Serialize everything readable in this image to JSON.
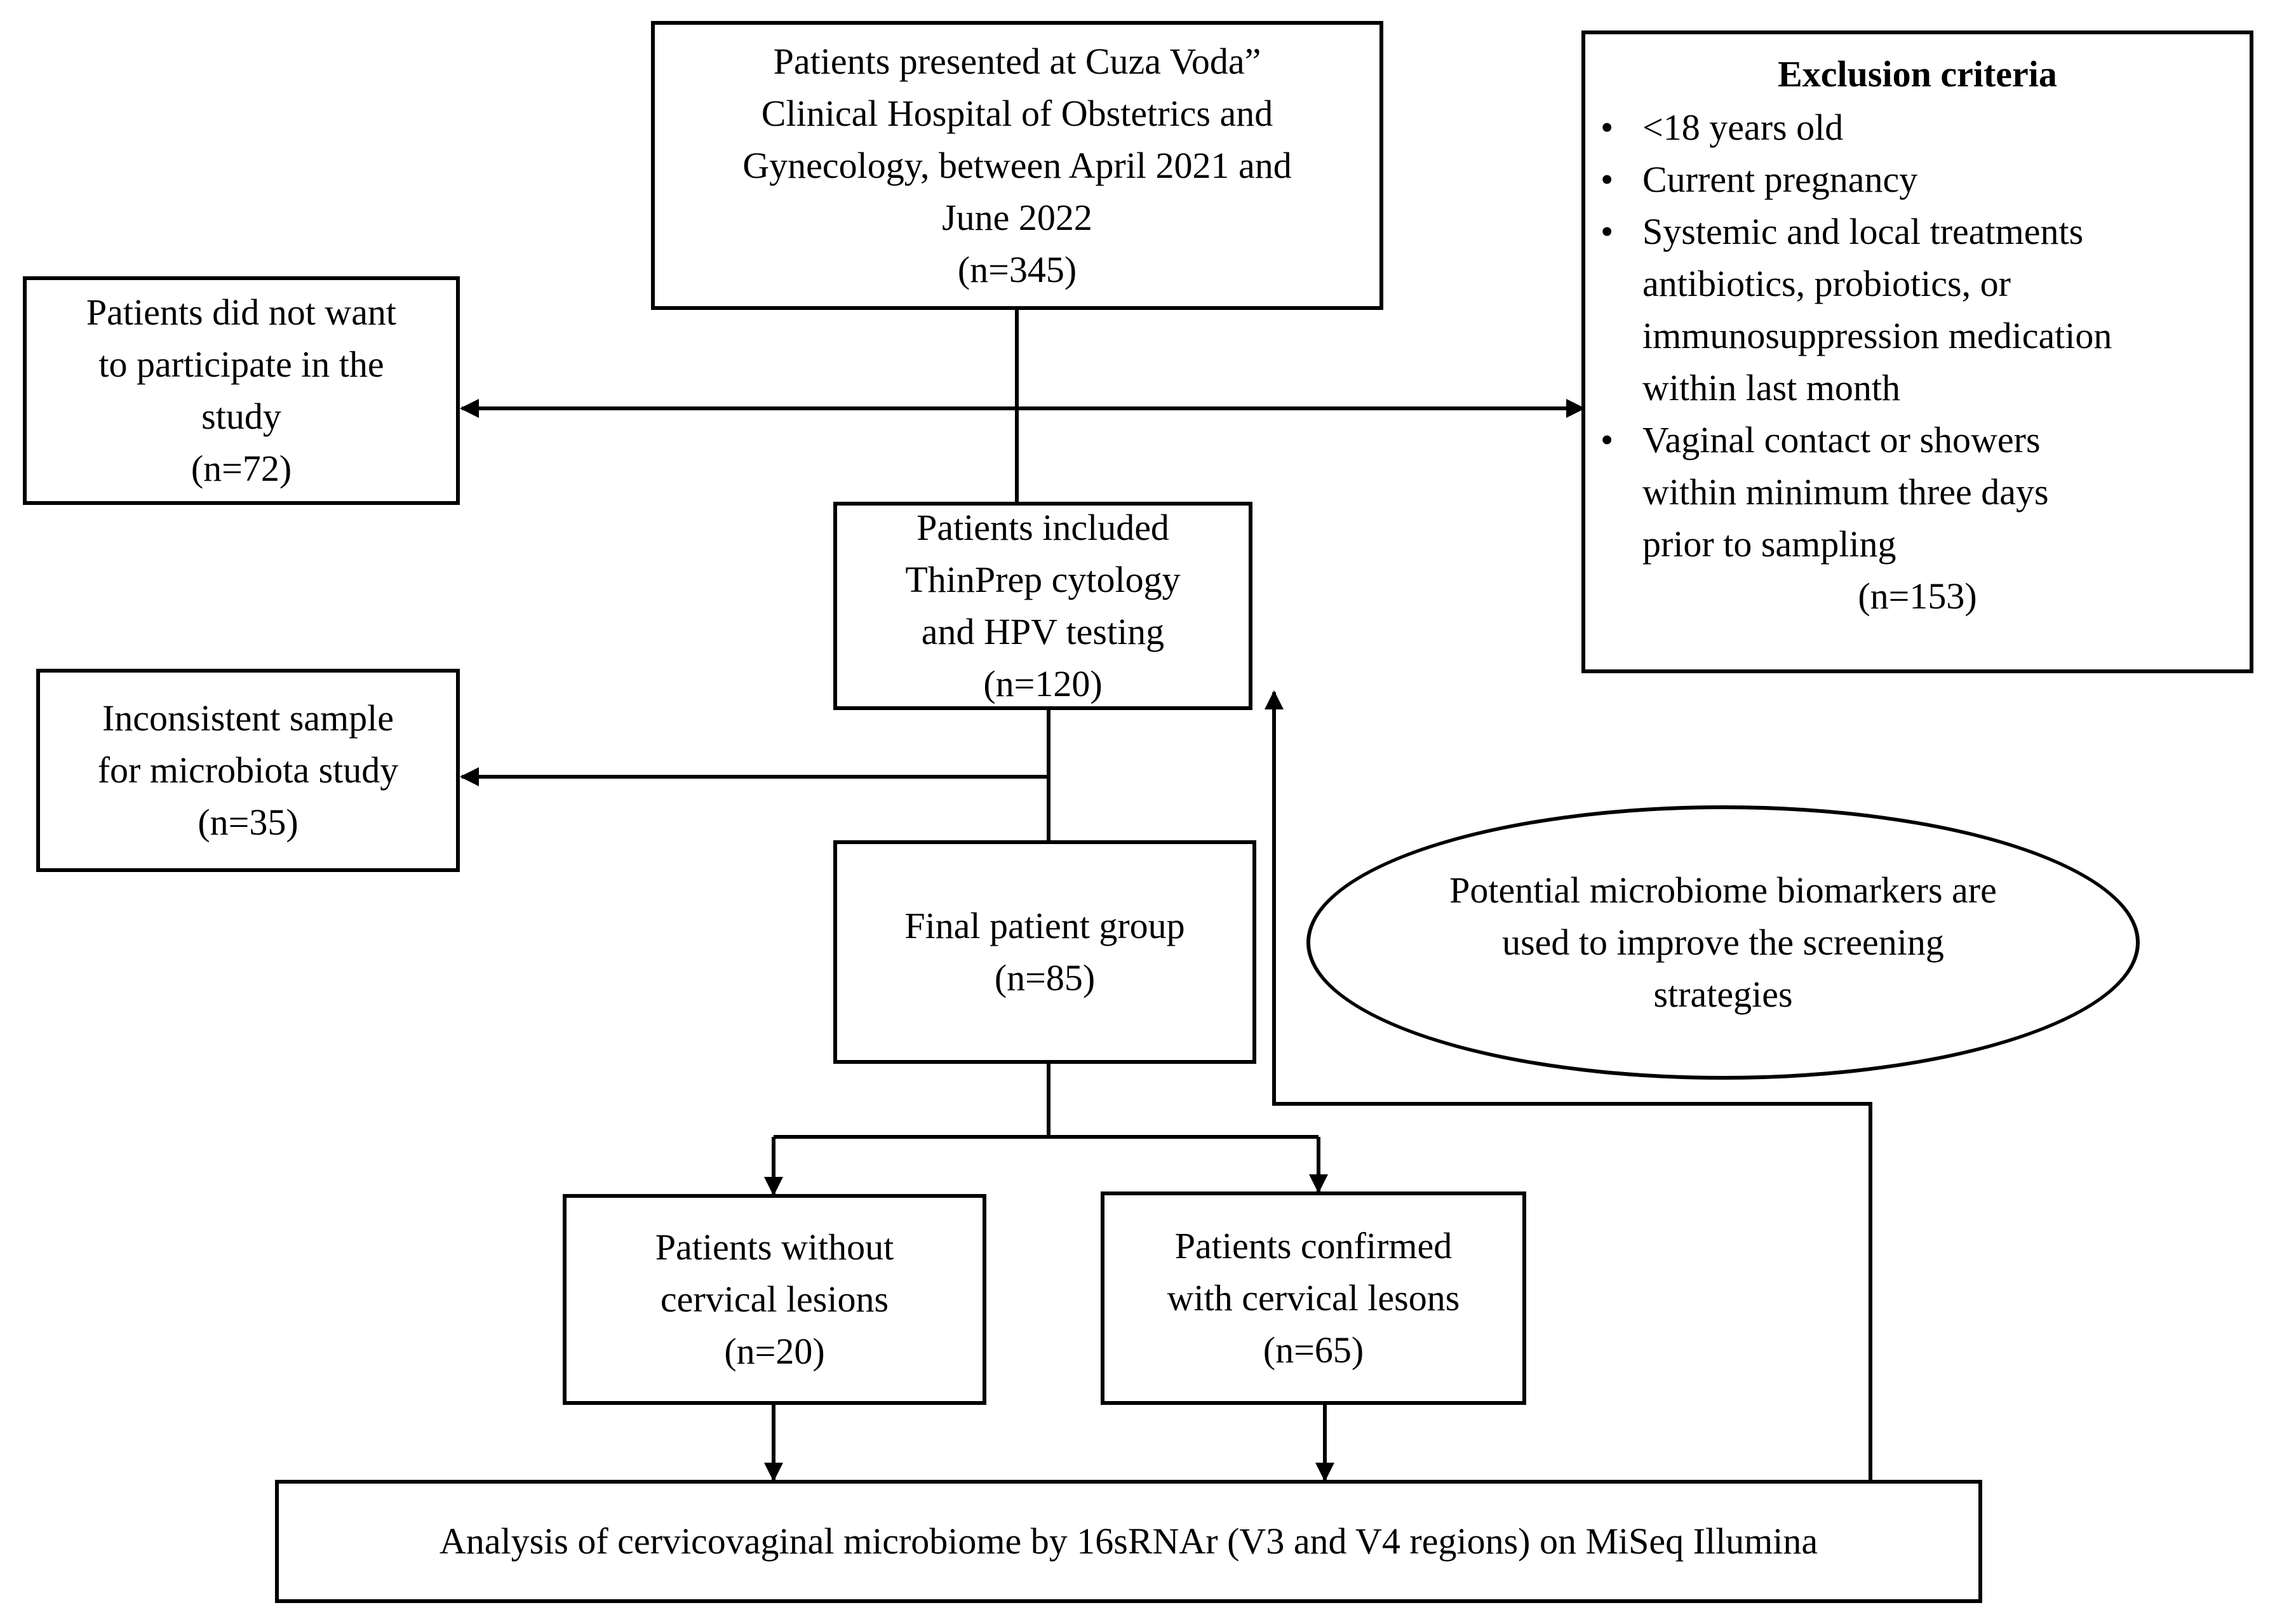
{
  "boxes": {
    "presented": {
      "lines": [
        "Patients presented at Cuza Voda”",
        "Clinical Hospital of Obstetrics and",
        "Gynecology, between April 2021 and",
        "June 2022"
      ],
      "count": "(n=345)"
    },
    "declined": {
      "lines": [
        "Patients did not want",
        "to participate in the",
        "study"
      ],
      "count": "(n=72)"
    },
    "exclusion": {
      "title": "Exclusion criteria",
      "criteria": [
        {
          "lines": [
            "<18 years old"
          ]
        },
        {
          "lines": [
            "Current pregnancy"
          ]
        },
        {
          "lines": [
            "Systemic and local treatments",
            "antibiotics, probiotics, or",
            "immunosuppression medication",
            "within last month"
          ]
        },
        {
          "lines": [
            "Vaginal contact or showers",
            "within minimum three days",
            "prior to sampling"
          ]
        }
      ],
      "count": "(n=153)"
    },
    "included": {
      "lines": [
        "Patients included",
        "ThinPrep cytology",
        "and HPV testing"
      ],
      "count": "(n=120)"
    },
    "inconsistent": {
      "lines": [
        "Inconsistent sample",
        "for microbiota study"
      ],
      "count": "(n=35)"
    },
    "final": {
      "lines": [
        "Final patient group"
      ],
      "count": "(n=85)"
    },
    "no_lesions": {
      "lines": [
        "Patients without",
        "cervical lesions"
      ],
      "count": "(n=20)"
    },
    "lesions": {
      "lines": [
        "Patients confirmed",
        "with cervical lesons"
      ],
      "count": "(n=65)"
    },
    "analysis": {
      "lines": [
        "Analysis of cervicovaginal microbiome by 16sRNAr (V3 and V4 regions) on MiSeq Illumina"
      ]
    }
  },
  "biomarkers": {
    "lines": [
      "Potential microbiome biomarkers are",
      "used to improve the screening",
      "strategies"
    ]
  }
}
